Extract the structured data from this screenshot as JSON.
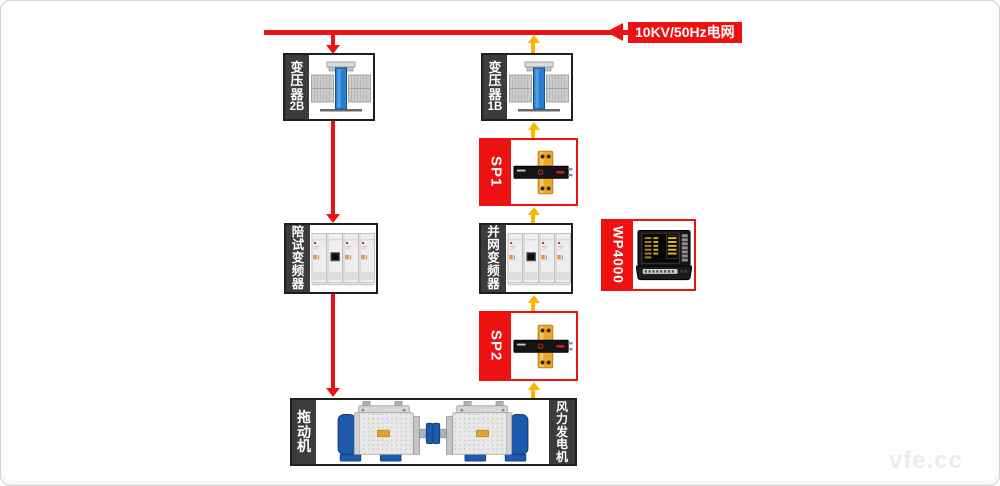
{
  "colors": {
    "red": "#ee1111",
    "yellow": "#ffb400",
    "strip_gray": "#3c3c3c",
    "border_black": "#1f1f1f"
  },
  "grid": {
    "label": "10KV/50Hz电网"
  },
  "nodes": {
    "transformer_2b": {
      "label": "变压器2B"
    },
    "transformer_1b": {
      "label": "变压器1B"
    },
    "sp1": {
      "label": "SP1"
    },
    "sp2": {
      "label": "SP2"
    },
    "test_converter": {
      "label": "陪试变频器"
    },
    "grid_converter": {
      "label": "并网变频器"
    },
    "wp4000": {
      "label": "WP4000"
    },
    "drive_motor": {
      "label": "拖动机"
    },
    "wind_generator": {
      "label": "风力发电机"
    }
  },
  "watermark": "vfe.cc"
}
